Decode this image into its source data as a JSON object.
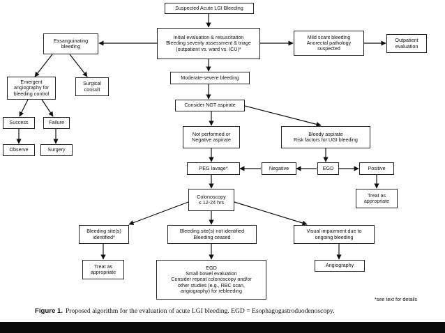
{
  "boxes": {
    "suspected": "Suspected Acute LGI Bleeding",
    "initial": "Initial evaluation & resuscitation\nBleeding severity assessment & triage\n(outpatient vs. ward vs. ICU)*",
    "exsanguinating": "Exsanguinating\nbleeding",
    "mild": "Mild scant bleeding\nAnorectal pathology\nsuspected",
    "outpatient": "Outpatient\nevaluation",
    "emergent": "Emergent\nangiography for\nbleeding control",
    "surgical_consult": "Surgical\nconsult",
    "moderate": "Moderate-severe bleeding",
    "success": "Success",
    "failure": "Failure",
    "ngt": "Consider NGT aspirate",
    "observe": "Observe",
    "surgery": "Surgery",
    "not_performed": "Not performed or\nNegative aspirate",
    "bloody": "Bloody aspirate\nRisk factors for UGI bleeding",
    "peg": "PEG lavage*",
    "negative": "Negative",
    "egd_mid": "EGD",
    "positive": "Positive",
    "treat_right": "Treat as\nappropriate",
    "colonoscopy": "Colonoscopy\n≤ 12-24 hrs",
    "site_identified": "Bleeding site(s)\nidentified*",
    "site_not_identified": "Bleeding site(s) not identified\nBleeding ceased",
    "visual": "Visual impairment due to\nongoing bleeding",
    "treat_left": "Treat as\nappropriate",
    "egd_bottom": "EGD\nSmall bowel evaluation\nConsider repeat colonoscopy and/or\nother studies (e.g., RBC scan,\nangiography) for rebleeding",
    "angiography": "Angiography"
  },
  "footnote": "*see text for details",
  "caption": {
    "label": "Figure 1.",
    "text": "Proposed algorithm for the evaluation of acute LGI bleeding. EGD = Esophagogastroduodenoscopy."
  }
}
